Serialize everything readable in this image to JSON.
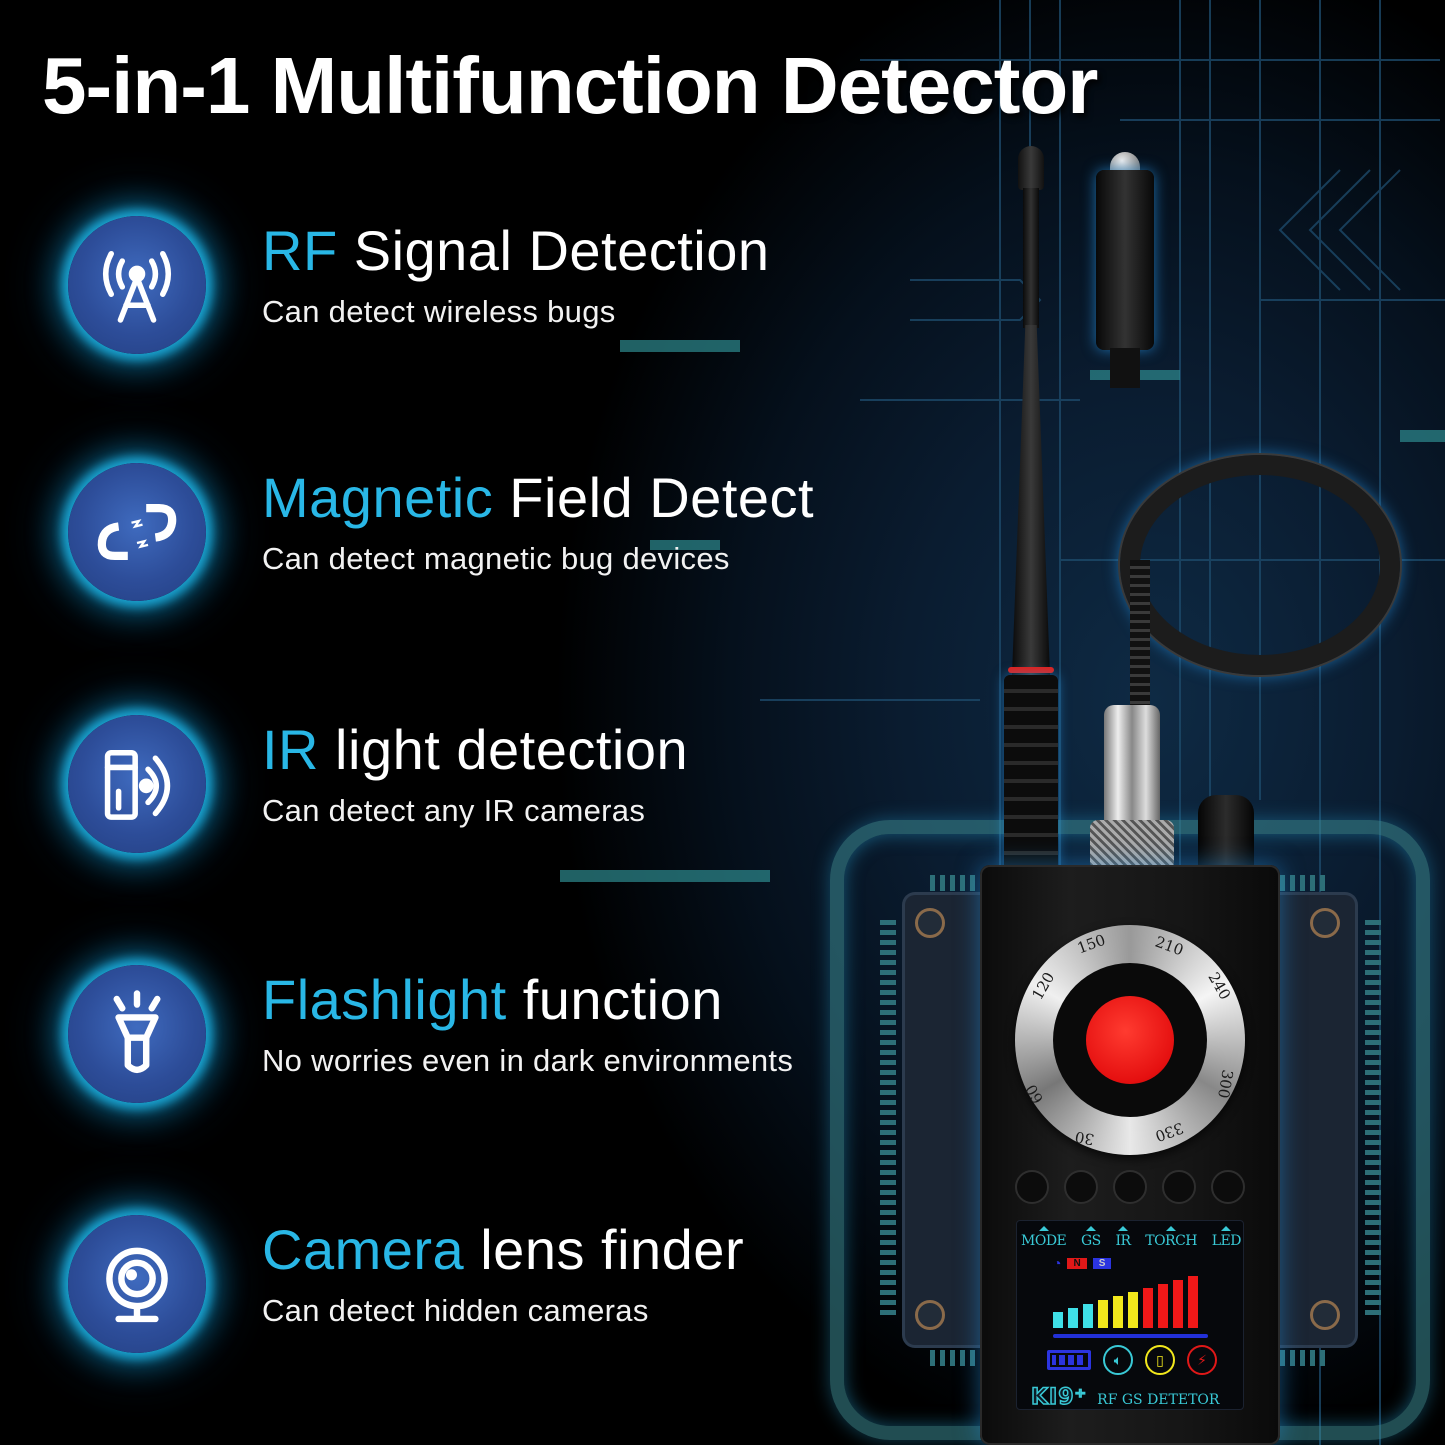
{
  "title": "5-in-1 Multifunction Detector",
  "features": [
    {
      "icon": "radio-tower-icon",
      "highlight": "RF",
      "rest": " Signal Detection",
      "description": "Can detect wireless bugs"
    },
    {
      "icon": "magnet-icon",
      "highlight": "Magnetic",
      "rest": " Field Detect",
      "description": "Can detect magnetic bug devices"
    },
    {
      "icon": "ir-sensor-icon",
      "highlight": "IR",
      "rest": " light detection",
      "description": "Can detect any IR cameras"
    },
    {
      "icon": "flashlight-icon",
      "highlight": "Flashlight",
      "rest": " function",
      "description": "No worries even in dark environments"
    },
    {
      "icon": "webcam-icon",
      "highlight": "Camera",
      "rest": " lens finder",
      "description": "Can detect hidden cameras"
    }
  ],
  "device": {
    "dial_labels": [
      "150",
      "210",
      "240",
      "300",
      "330",
      "30",
      "60",
      "120"
    ],
    "lcd_labels": [
      "MODE",
      "GS",
      "IR",
      "TORCH",
      "LED"
    ],
    "magnet_poles": [
      "N",
      "S"
    ],
    "signal_bars": [
      {
        "height": 16,
        "color": "#3fe0e8"
      },
      {
        "height": 20,
        "color": "#3fe0e8"
      },
      {
        "height": 24,
        "color": "#3fe0e8"
      },
      {
        "height": 28,
        "color": "#f2e81c"
      },
      {
        "height": 32,
        "color": "#f2e81c"
      },
      {
        "height": 36,
        "color": "#f2e81c"
      },
      {
        "height": 40,
        "color": "#f01818"
      },
      {
        "height": 44,
        "color": "#f01818"
      },
      {
        "height": 48,
        "color": "#f01818"
      },
      {
        "height": 52,
        "color": "#f01818"
      }
    ],
    "model": "KI9⁺",
    "footer_text": "RF GS DETETOR"
  },
  "colors": {
    "accent": "#29b7e6",
    "lcd_cyan": "#39c9d6",
    "icon_circle": "#2d4d99",
    "lens_red": "#e51010"
  }
}
